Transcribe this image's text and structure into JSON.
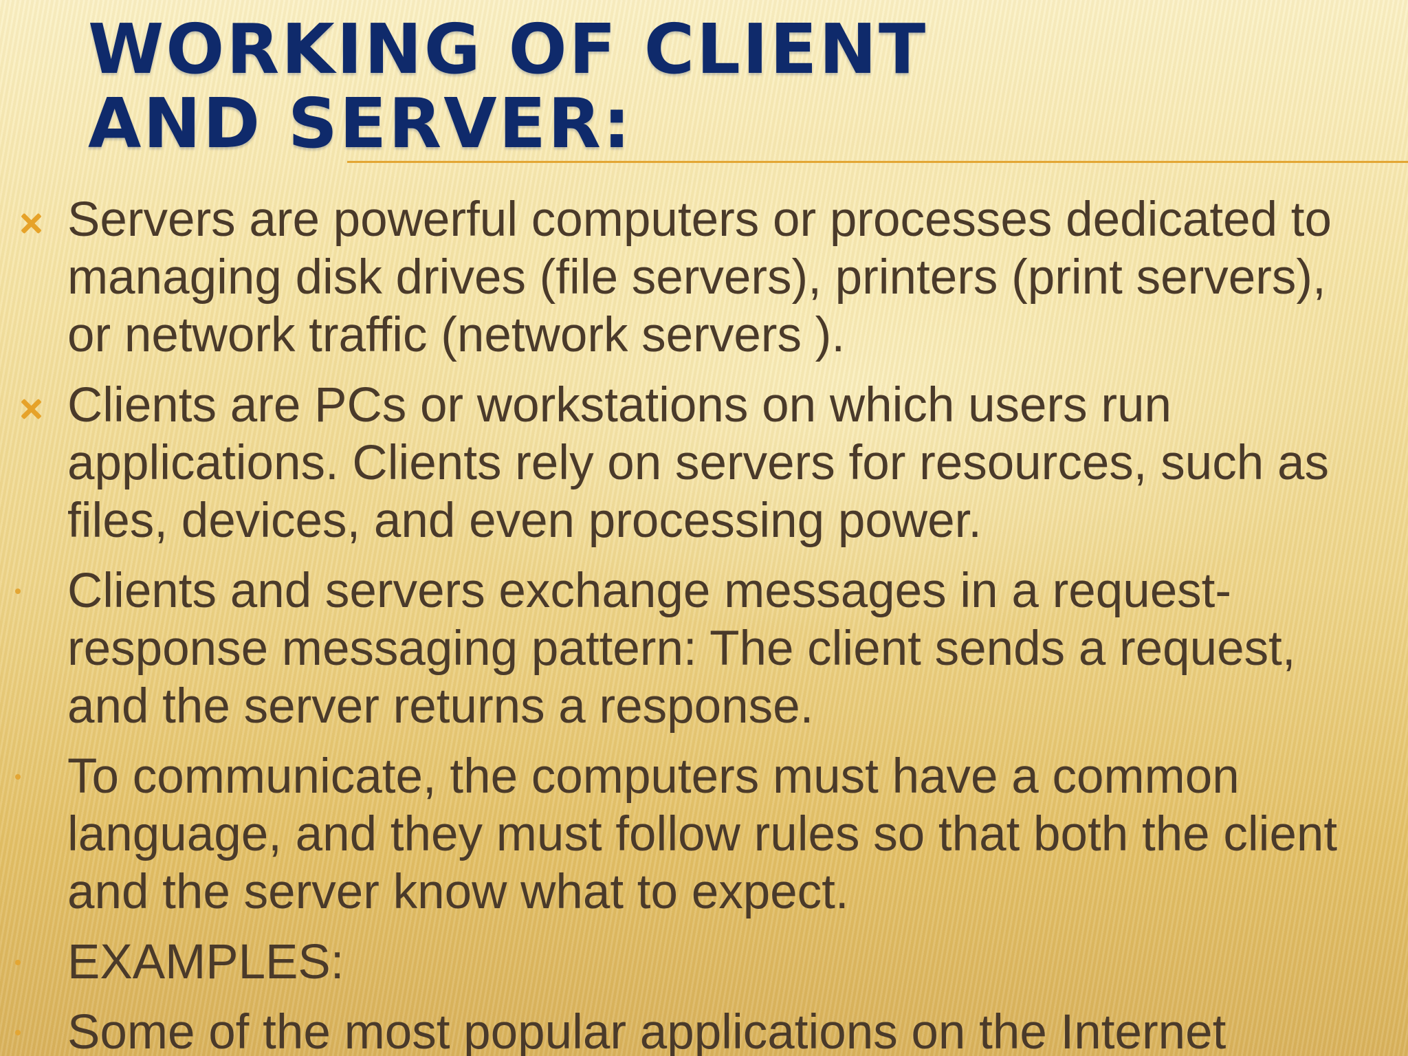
{
  "slide": {
    "title": "Working of Client and Server:",
    "bullets": [
      {
        "icon": "x-bullet-icon",
        "text": "Servers are powerful computers or processes dedicated to managing disk drives (file servers), printers (print servers), or network traffic (network servers )."
      },
      {
        "icon": "x-bullet-icon",
        "text": "Clients are PCs or workstations on which users run applications. Clients rely on servers for resources, such as files, devices, and even processing power."
      },
      {
        "icon": "dot-bullet-icon",
        "text": "Clients and servers exchange messages in a request-response messaging pattern: The client sends a request, and the server returns a response."
      },
      {
        "icon": "dot-bullet-icon",
        "text": "To communicate, the computers must have a common language, and they must follow rules so that both the client and the server know what to expect."
      },
      {
        "icon": "dot-bullet-icon",
        "text": "EXAMPLES:"
      },
      {
        "icon": "dot-bullet-icon",
        "text": "Some of the most popular applications on the Internet"
      }
    ]
  },
  "colors": {
    "title": "#0f2a6b",
    "body_text": "#4a3a2a",
    "accent": "#e3a634"
  }
}
